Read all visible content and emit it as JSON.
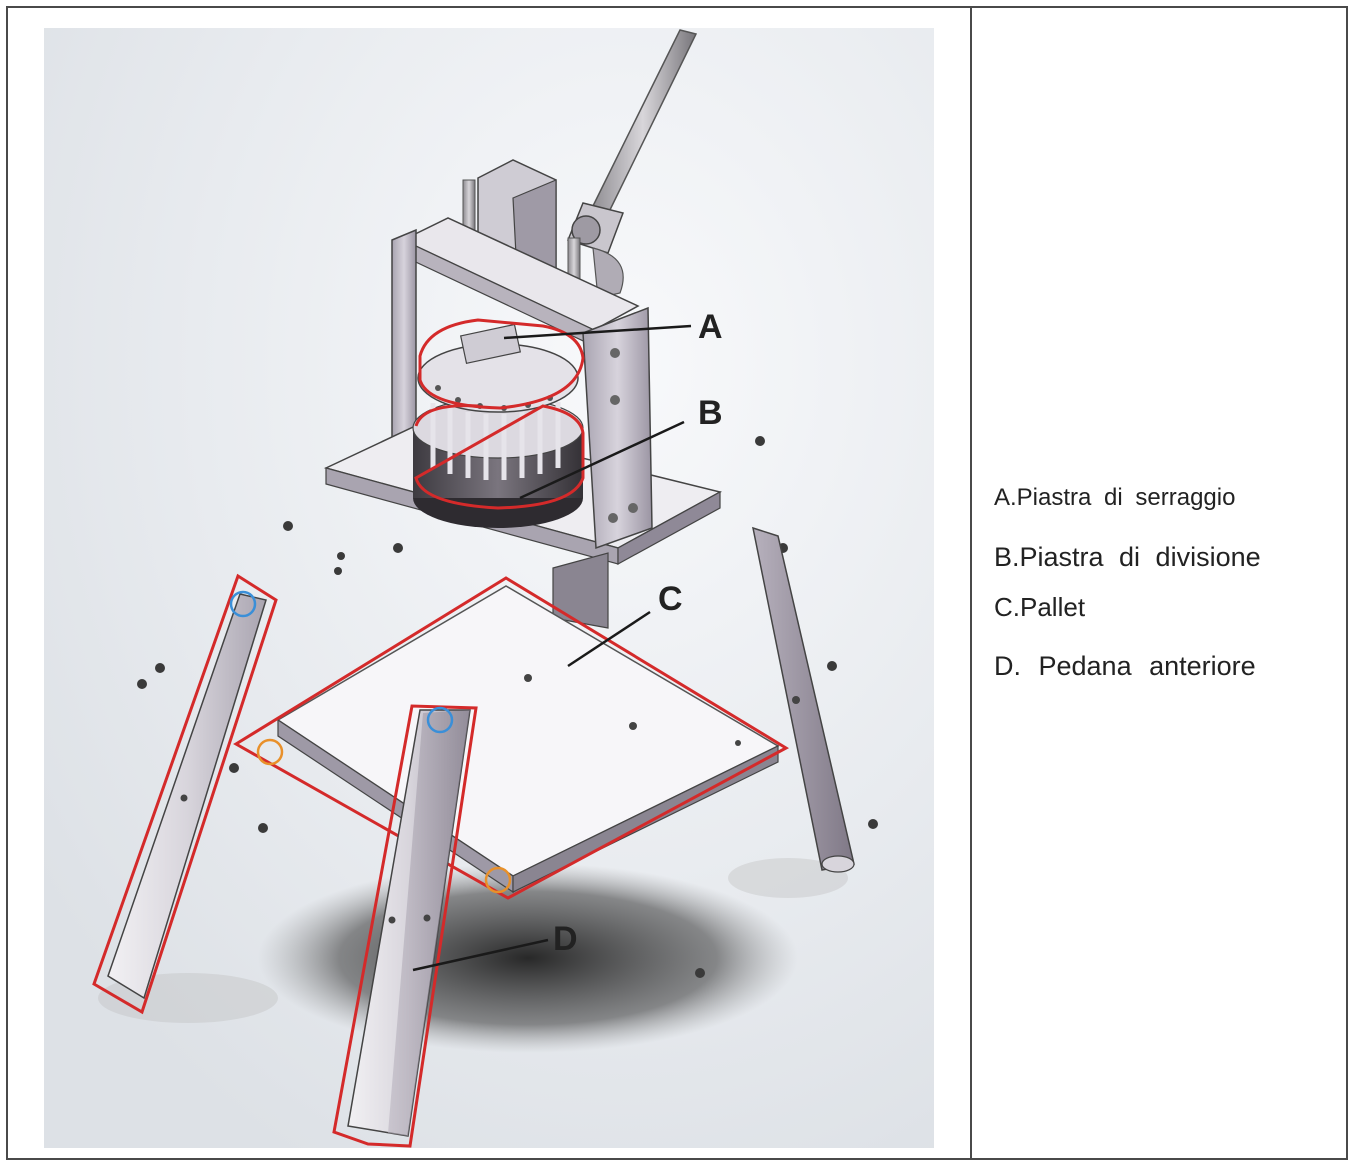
{
  "diagram": {
    "callouts": {
      "a": "A",
      "b": "B",
      "c": "C",
      "d": "D"
    }
  },
  "legend": {
    "items": [
      "A.Piastra di serraggio",
      "B.Piastra di divisione",
      "C.Pallet",
      "D. Pedana anteriore"
    ]
  },
  "colors": {
    "border": "#4a4a4a",
    "highlight_red": "#d42a2a",
    "highlight_blue": "#3a8fd8",
    "highlight_orange": "#e8902a",
    "machine_metal": "#d9d6df",
    "machine_shadow": "#8a8592"
  }
}
